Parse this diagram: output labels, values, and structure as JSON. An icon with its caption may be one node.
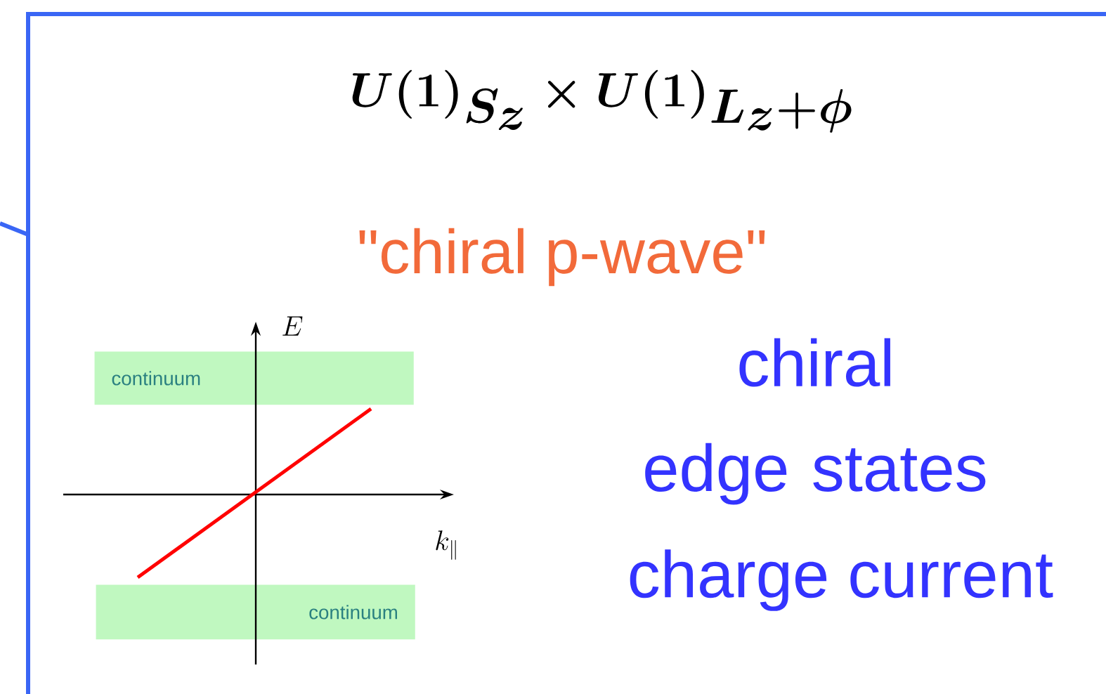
{
  "diagram": {
    "nodes": [
      {
        "text": [
          "U(1)_{S_z} \\times U(1)_{L_z+\\phi}",
          "\"chiral p-wave\"",
          "chiral edge states",
          "charge current"
        ]
      },
      {
        "text": [
          "continuum"
        ],
        "in": 0
      },
      {
        "text": [
          "continuum"
        ],
        "in": 0
      }
    ],
    "labels": [
      "E",
      "k_{\\|}"
    ]
  }
}
